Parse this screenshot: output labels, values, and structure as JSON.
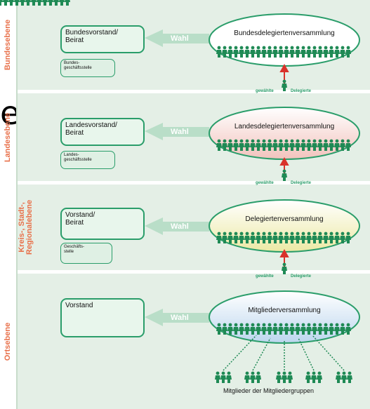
{
  "stray_glyph": "e",
  "levels": [
    {
      "label": "Bundesebene",
      "board": "Bundesvorstand/\nBeirat",
      "office": "Bundes-\ngeschäftsstelle",
      "elect": "Wahl",
      "assembly": "Bundesdelegiertenversammlung"
    },
    {
      "label": "Landesebene",
      "board": "Landesvorstand/\nBeirat",
      "office": "Landes-\ngeschäftsstelle",
      "elect": "Wahl",
      "assembly": "Landesdelegiertenversammlung"
    },
    {
      "label": "Kreis-, Stadt-,\nRegionalebene",
      "board": "Vorstand/\nBeirat",
      "office": "Geschäfts-\nstelle",
      "elect": "Wahl",
      "assembly": "Delegiertenversammlung"
    },
    {
      "label": "Ortsebene",
      "board": "Vorstand",
      "office": "",
      "elect": "Wahl",
      "assembly": "Mitgliederversammlung"
    }
  ],
  "delegate_labels": {
    "elected": "gewählte",
    "delegates": "Delegierte"
  },
  "members_caption": "Mitglieder der Mitgliedergruppen",
  "colors": {
    "green": "#2a9d6a",
    "darkgreen": "#1f8a55",
    "orange": "#e8704a",
    "red": "#d9322b",
    "panel": "#e4efe6"
  }
}
